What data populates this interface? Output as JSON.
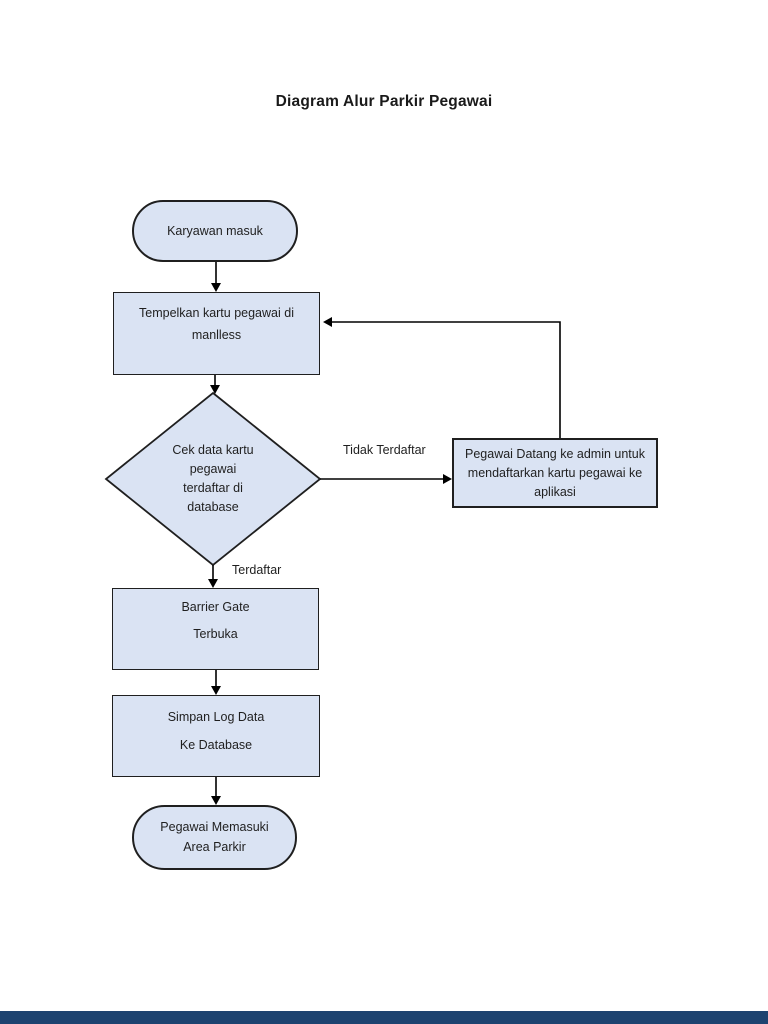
{
  "page": {
    "title": "Diagram Alur Parkir Pegawai"
  },
  "colors": {
    "shape_fill": "#dae3f3",
    "shape_border": "#1f1f1f",
    "connector": "#000000",
    "text": "#1f1f1f",
    "footer_bar": "#1d4370",
    "background": "#ffffff"
  },
  "flowchart": {
    "nodes": {
      "start": {
        "type": "terminator",
        "text": "Karyawan masuk"
      },
      "tap_card": {
        "type": "process",
        "text": "Tempelkan kartu pegawai di\nmanlless"
      },
      "check_card": {
        "type": "decision",
        "text": "Cek data kartu\npegawai\nterdaftar di\ndatabase"
      },
      "register_admin": {
        "type": "process",
        "text": "Pegawai Datang ke admin untuk\nmendaftarkan kartu pegawai ke\naplikasi"
      },
      "barrier_gate": {
        "type": "process",
        "text": "Barrier Gate\nTerbuka"
      },
      "save_log": {
        "type": "process",
        "text": "Simpan Log Data\nKe Database"
      },
      "end": {
        "type": "terminator",
        "text": "Pegawai Memasuki\nArea Parkir"
      }
    },
    "edge_labels": {
      "not_registered": "Tidak Terdaftar",
      "registered": "Terdaftar"
    }
  }
}
